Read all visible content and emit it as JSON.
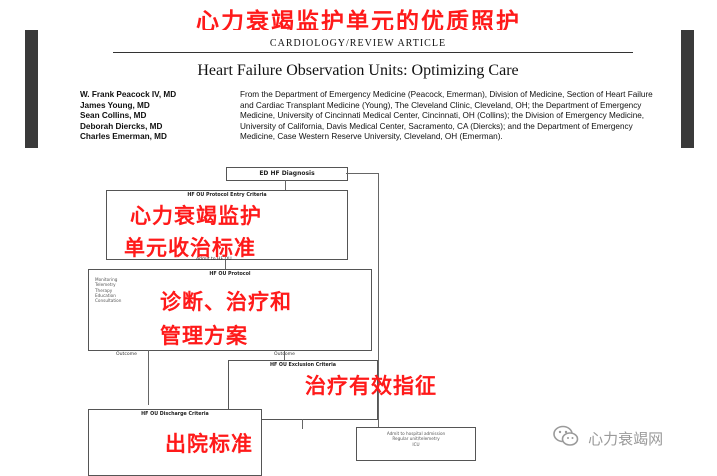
{
  "slide": {
    "title": "心力衰竭监护单元的优质照护"
  },
  "article": {
    "section": "CARDIOLOGY/REVIEW ARTICLE",
    "title": "Heart Failure Observation Units: Optimizing Care",
    "authors": [
      "W. Frank Peacock IV, MD",
      "James Young, MD",
      "Sean Collins, MD",
      "Deborah Diercks, MD",
      "Charles Emerman, MD"
    ],
    "affiliation": "From the Department of Emergency Medicine (Peacock, Emerman), Division of Medicine, Section of Heart Failure and Cardiac Transplant Medicine (Young), The Cleveland Clinic, Cleveland, OH; the Department of Emergency Medicine, University of Cincinnati Medical Center, Cincinnati, OH (Collins); the Division of Emergency Medicine, University of California, Davis Medical Center, Sacramento, CA (Diercks); and the Department of Emergency Medicine, Case Western Reserve University, Cleveland, OH (Emerman)."
  },
  "flowchart": {
    "top_box": "ED HF Diagnosis",
    "entry_box": "HF OU Protocol Entry Criteria",
    "admit_label": "Admit to HF OU",
    "protocol_box": "HF OU Protocol",
    "protocol_lines": [
      "Monitoring",
      "Telemetry",
      "Therapy",
      "Education",
      "Consultation"
    ],
    "outcome_left": "Outcome",
    "outcome_right": "Outcome",
    "exclusion_box": "HF OU Exclusion Criteria",
    "discharge_box": "HF OU Discharge Criteria",
    "admit_box_line1": "Admit to hospital admission",
    "admit_box_line2": "Regular unit/telemetry",
    "admit_box_line3": "ICU"
  },
  "annotations": {
    "criteria_line1": "心力衰竭监护",
    "criteria_line2": "单元收治标准",
    "diagnosis": "诊断、治疗和",
    "plan": "管理方案",
    "indicators": "治疗有效指征",
    "discharge": "出院标准"
  },
  "watermark": {
    "text": "心力衰竭网",
    "icon": "wechat-icon"
  },
  "colors": {
    "annotation_red": "#ff1a1a",
    "sidebar_dark": "#3a3a3a",
    "watermark_gray": "#9a9a9a"
  }
}
